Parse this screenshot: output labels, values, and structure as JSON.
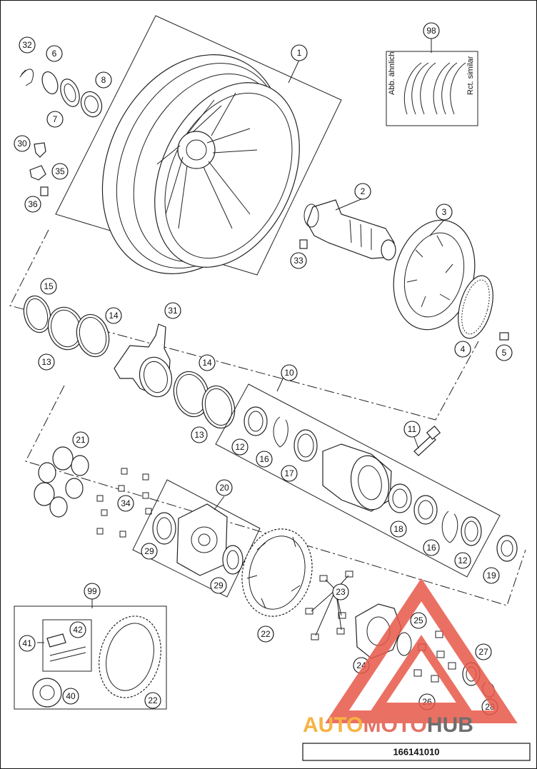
{
  "diagram": {
    "part_number": "166141010",
    "similar_labels": [
      "Abb. ähnlich",
      "Rct. similar"
    ],
    "watermark": {
      "brand_parts": [
        "AUTO",
        "MOTO",
        "HUB"
      ],
      "colors": [
        "#f5a623",
        "#e05a4b",
        "#555555"
      ],
      "logo_color": "#e8584a"
    },
    "callouts": [
      "1",
      "2",
      "3",
      "4",
      "5",
      "6",
      "7",
      "8",
      "10",
      "11",
      "12",
      "12",
      "13",
      "13",
      "14",
      "14",
      "15",
      "16",
      "16",
      "17",
      "18",
      "19",
      "20",
      "21",
      "22",
      "22",
      "23",
      "24",
      "25",
      "26",
      "27",
      "28",
      "29",
      "29",
      "30",
      "31",
      "32",
      "33",
      "34",
      "35",
      "36",
      "40",
      "41",
      "42",
      "98",
      "99"
    ]
  }
}
